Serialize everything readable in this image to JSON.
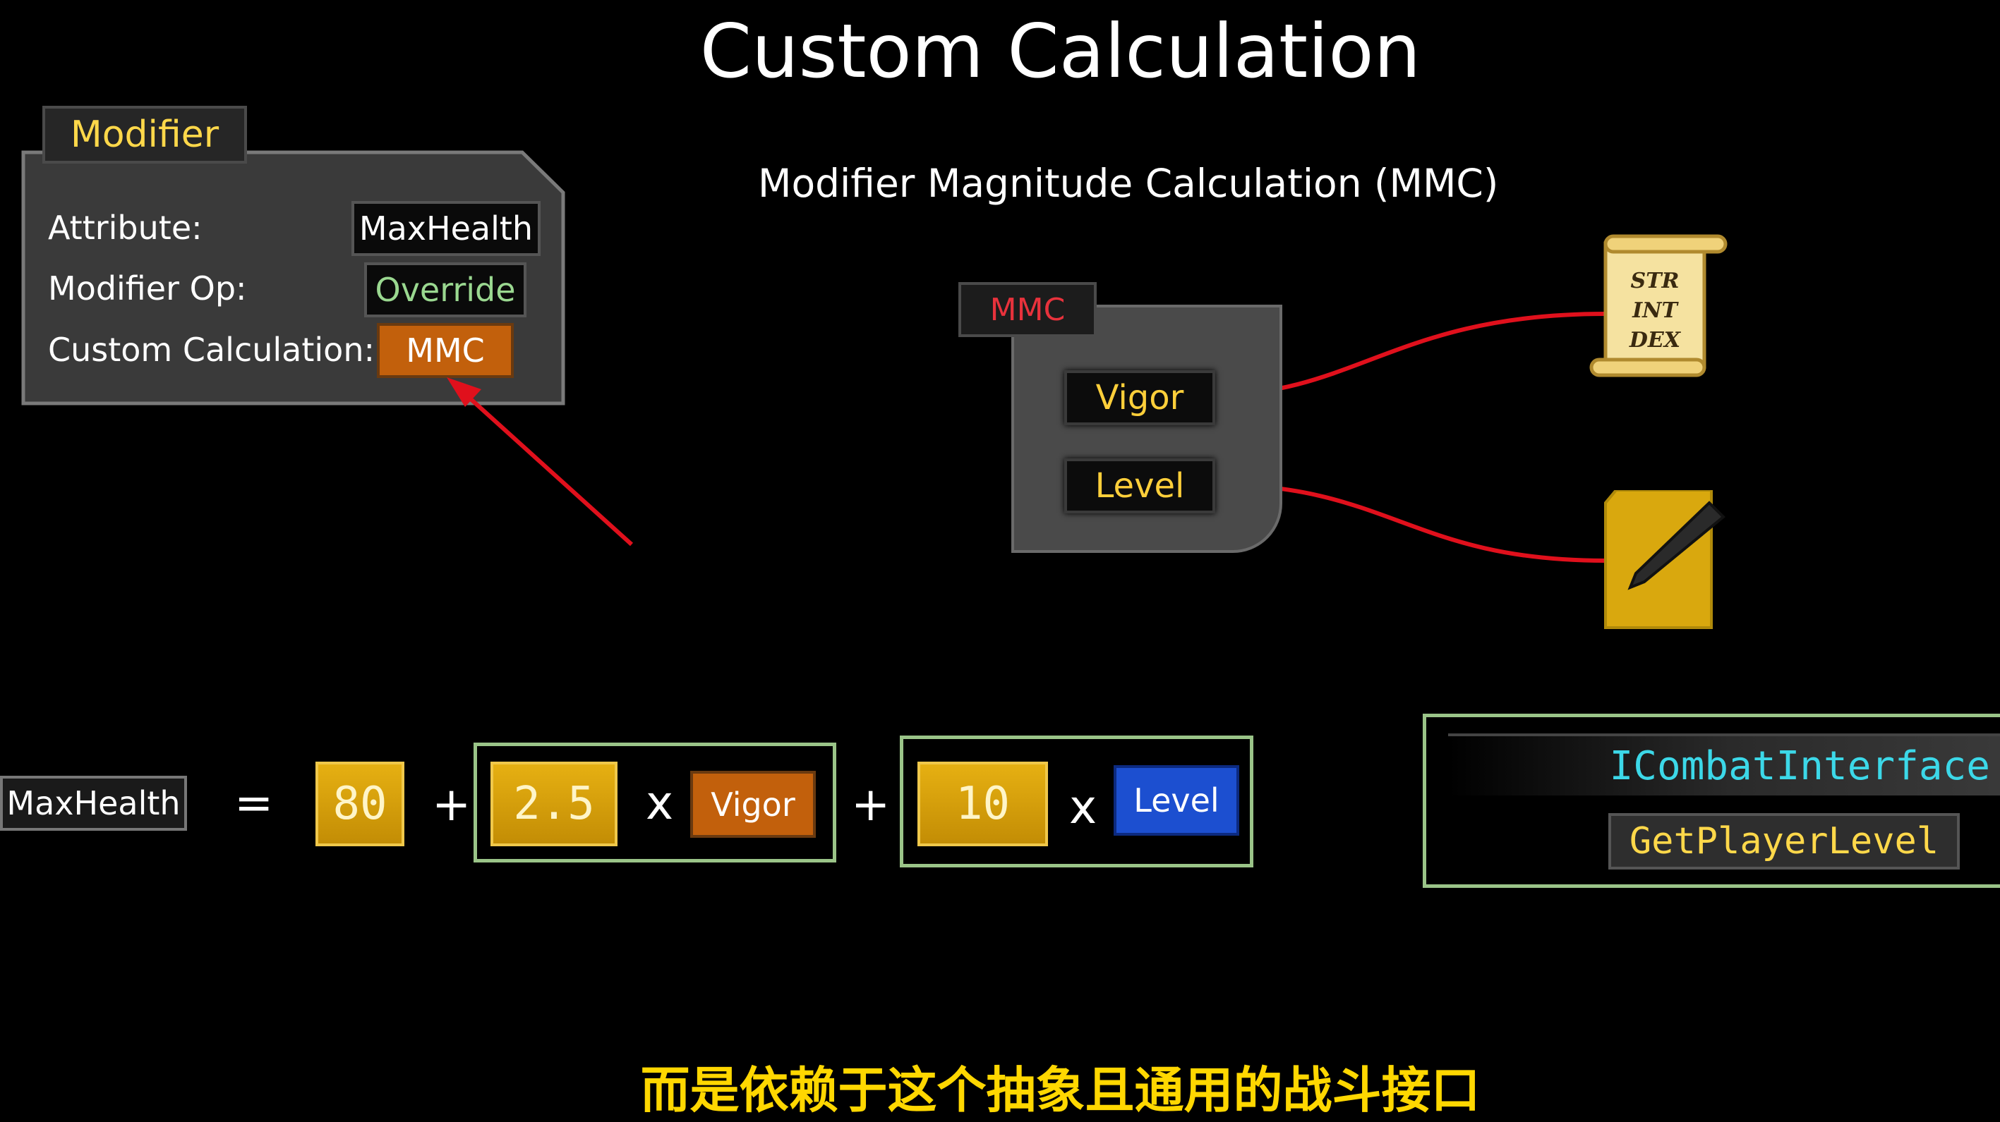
{
  "title": "Custom Calculation",
  "subtitle": "Modifier Magnitude Calculation (MMC)",
  "modifier_panel": {
    "tab_label": "Modifier",
    "rows": [
      {
        "label": "Attribute:",
        "value": "MaxHealth"
      },
      {
        "label": "Modifier Op:",
        "value": "Override"
      },
      {
        "label": "Custom Calculation:",
        "value": "MMC"
      }
    ]
  },
  "mmc_node": {
    "tab_label": "MMC",
    "pins": [
      "Vigor",
      "Level"
    ]
  },
  "scroll": {
    "lines": [
      "STR",
      "INT",
      "DEX"
    ]
  },
  "equation": {
    "lhs": "MaxHealth",
    "equals": "=",
    "base": "80",
    "plus": "+",
    "coef1": "2.5",
    "times": "x",
    "var1": "Vigor",
    "coef2": "10",
    "var2": "Level"
  },
  "interface": {
    "name": "ICombatInterface",
    "function": "GetPlayerLevel"
  },
  "caption": "而是依赖于这个抽象且通用的战斗接口",
  "colors": {
    "accent_yellow": "#ffd84a",
    "mmc_orange": "#c2600c",
    "level_blue": "#1c4fd0",
    "group_border": "#9ac488",
    "wire_red": "#e0101c",
    "interface_cyan": "#3cd8e8"
  },
  "icons": [
    "scroll-icon",
    "notebook-pen-icon",
    "red-arrow"
  ]
}
